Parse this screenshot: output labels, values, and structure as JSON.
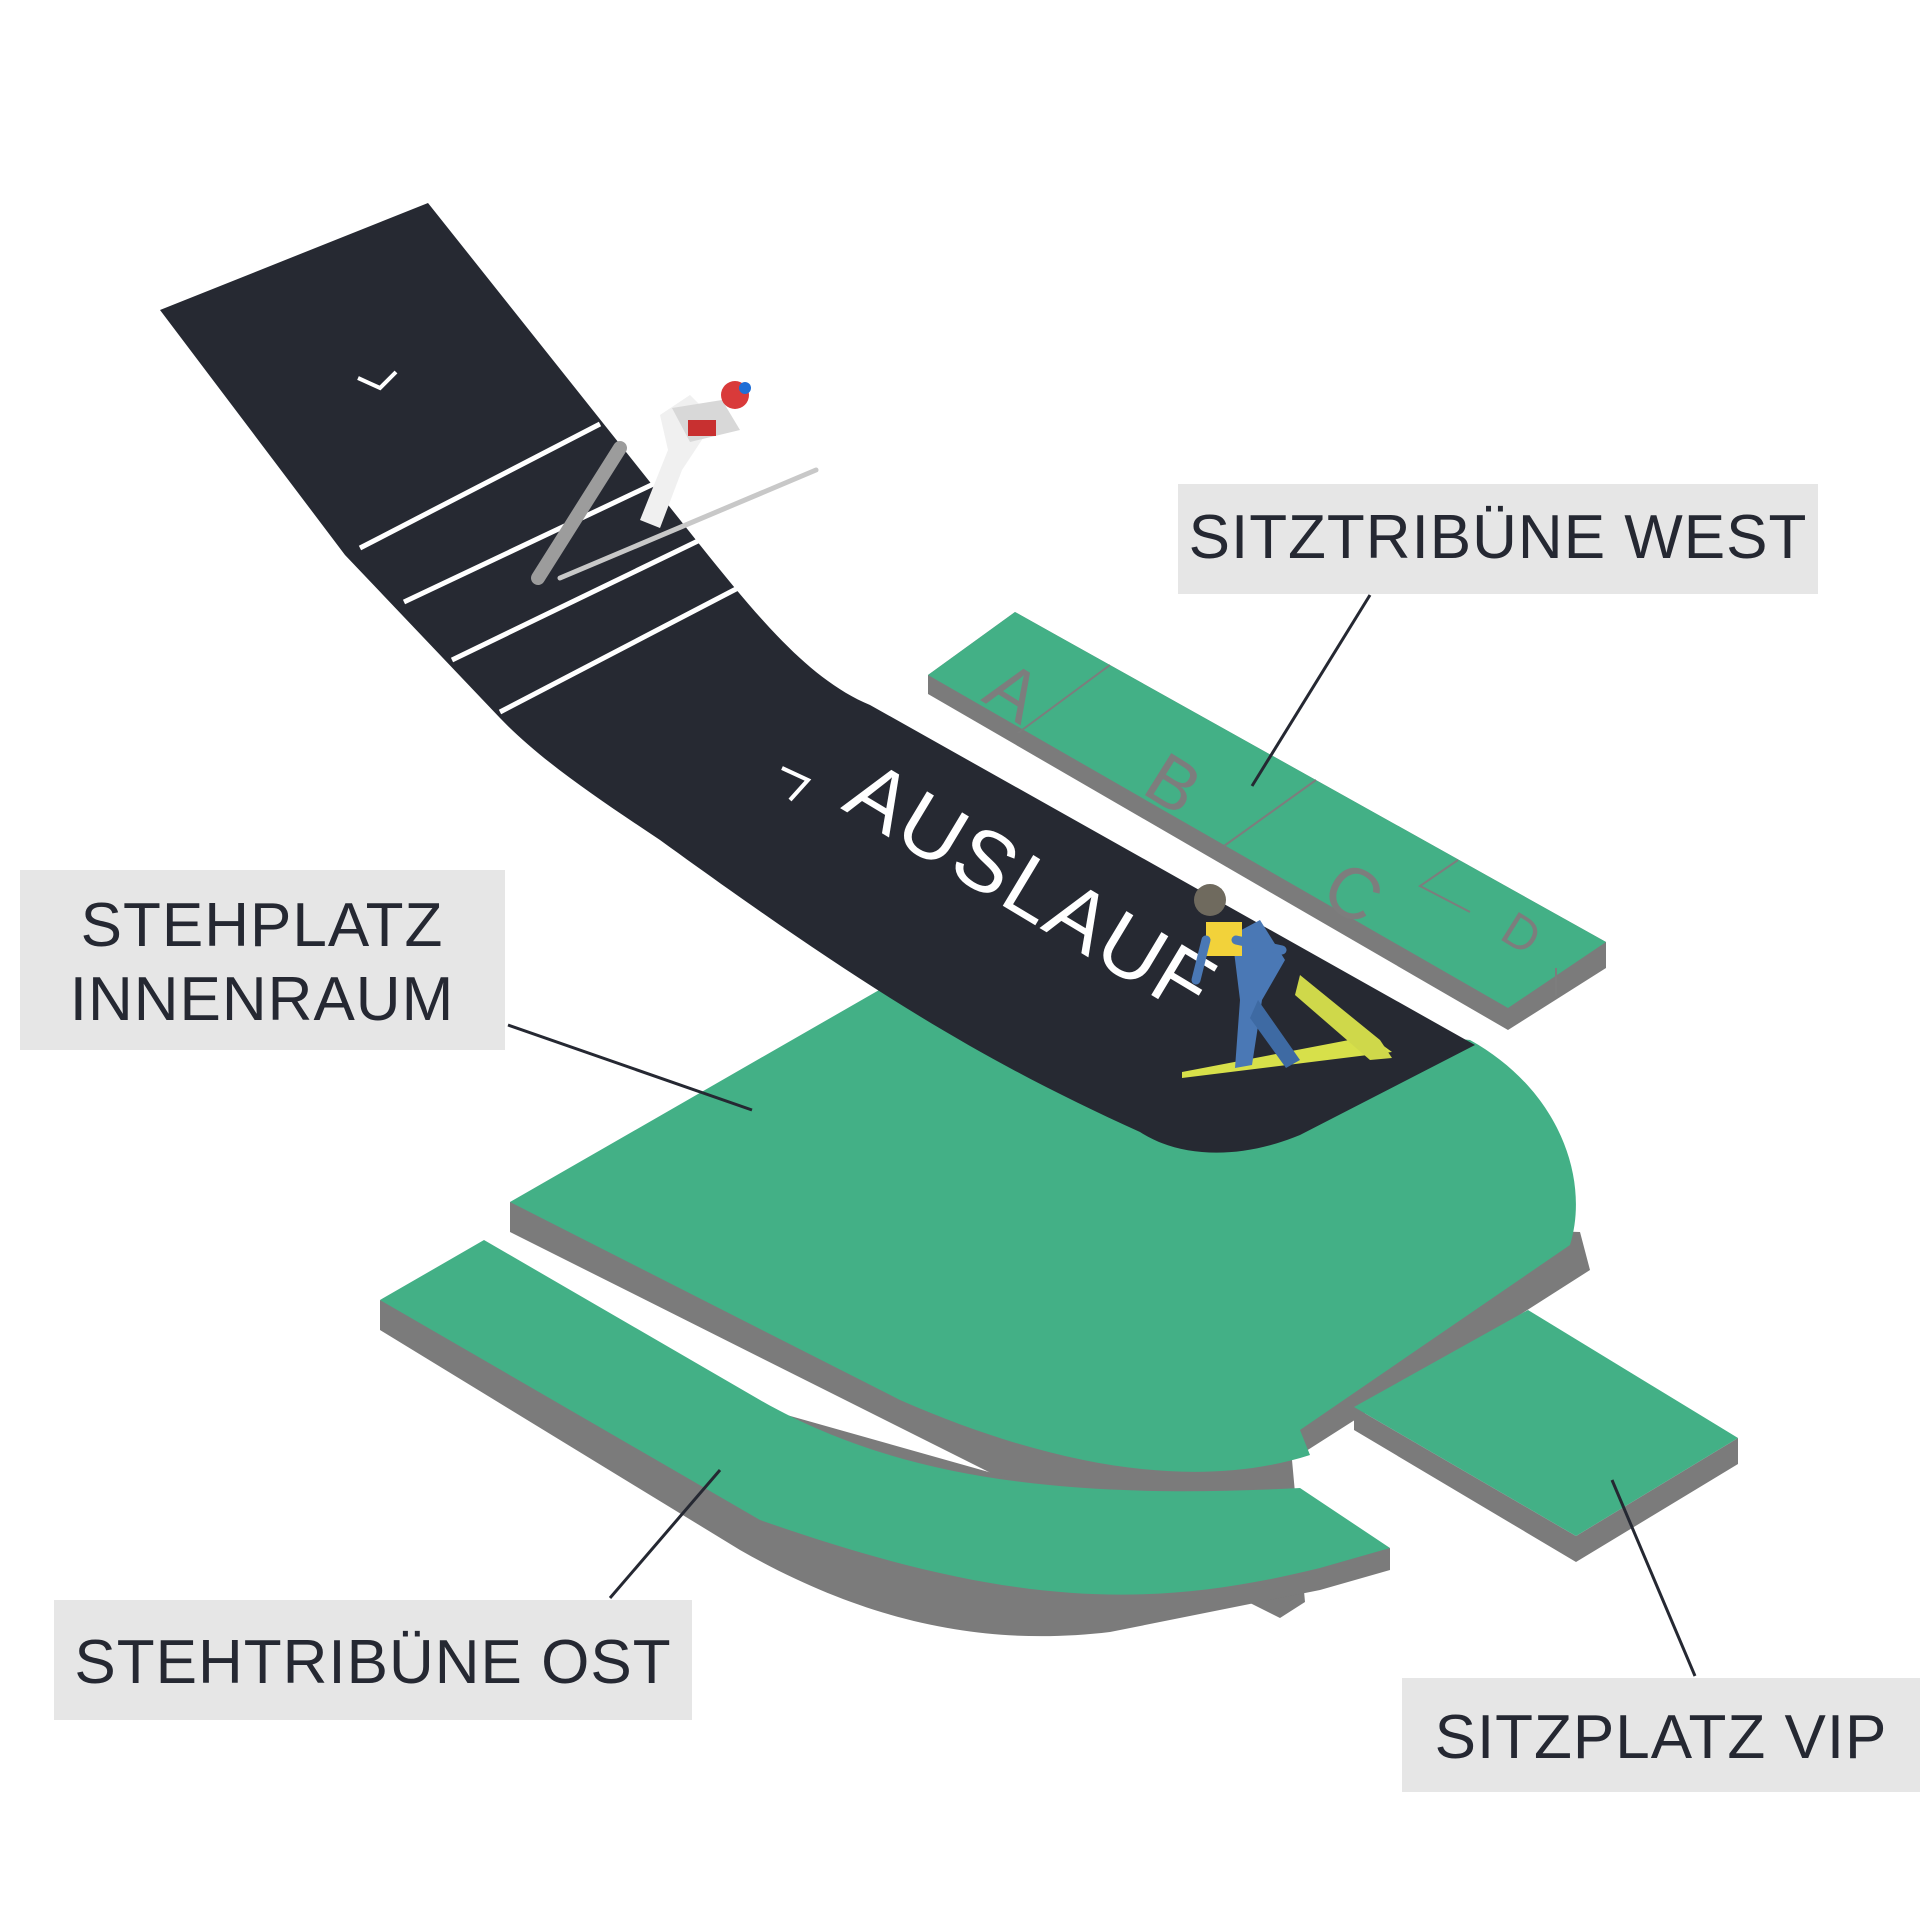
{
  "map": {
    "colors": {
      "hill": "#262932",
      "seating": "#43b086",
      "seating_edge": "#7b7b7b",
      "label_background": "#e6e6e6",
      "label_text": "#252832"
    },
    "hill_label": "AUSLAUF",
    "west_blocks": [
      "A",
      "B",
      "C",
      "D"
    ],
    "labels": {
      "sitztribuene_west": "SITZTRIBÜNE WEST",
      "stehplatz_innenraum_line1": "STEHPLATZ",
      "stehplatz_innenraum_line2": "INNENRAUM",
      "stehtribuene_ost": "STEHTRIBÜNE OST",
      "sitzplatz_vip": "SITZPLATZ VIP"
    },
    "icons": [
      "direction-chevron-icon",
      "ski-jumper-flying-icon",
      "ski-jumper-landing-icon"
    ]
  }
}
